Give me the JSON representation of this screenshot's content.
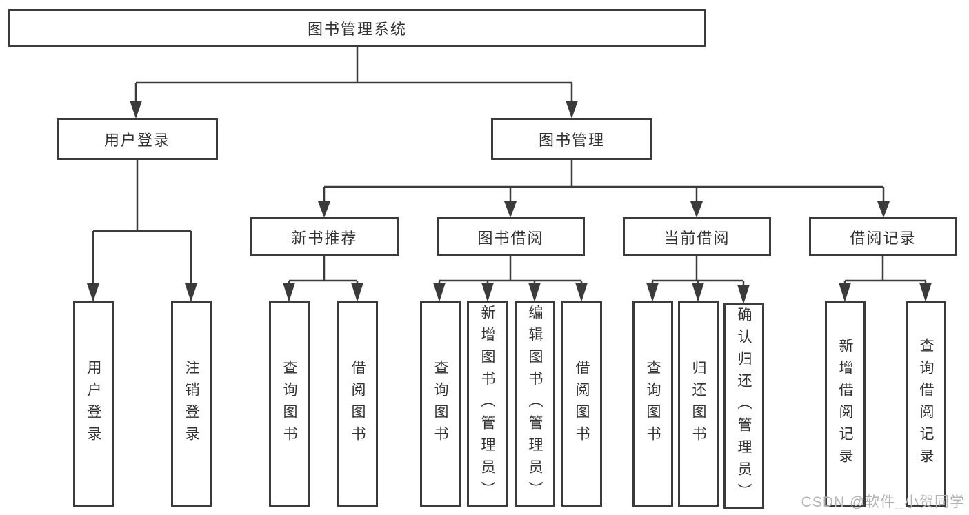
{
  "diagram": {
    "type": "hierarchy-tree",
    "root": {
      "label": "图书管理系统",
      "children": [
        {
          "label": "用户登录",
          "children": [
            {
              "label": "用户登录"
            },
            {
              "label": "注销登录"
            }
          ]
        },
        {
          "label": "图书管理",
          "children": [
            {
              "label": "新书推荐",
              "children": [
                {
                  "label": "查询图书"
                },
                {
                  "label": "借阅图书"
                }
              ]
            },
            {
              "label": "图书借阅",
              "children": [
                {
                  "label": "查询图书"
                },
                {
                  "label": "新增图书（管理员）"
                },
                {
                  "label": "编辑图书（管理员）"
                },
                {
                  "label": "借阅图书"
                }
              ]
            },
            {
              "label": "当前借阅",
              "children": [
                {
                  "label": "查询图书"
                },
                {
                  "label": "归还图书"
                },
                {
                  "label": "确认归还（管理员）"
                }
              ]
            },
            {
              "label": "借阅记录",
              "children": [
                {
                  "label": "新增借阅记录"
                },
                {
                  "label": "查询借阅记录"
                }
              ]
            }
          ]
        }
      ]
    },
    "watermark": "CSDN @软件_小贺同学",
    "colors": {
      "line": "#3b3b3b",
      "box_border": "#3b3b3b",
      "text": "#333333",
      "background": "#ffffff",
      "watermark": "#b3b3b3"
    }
  }
}
